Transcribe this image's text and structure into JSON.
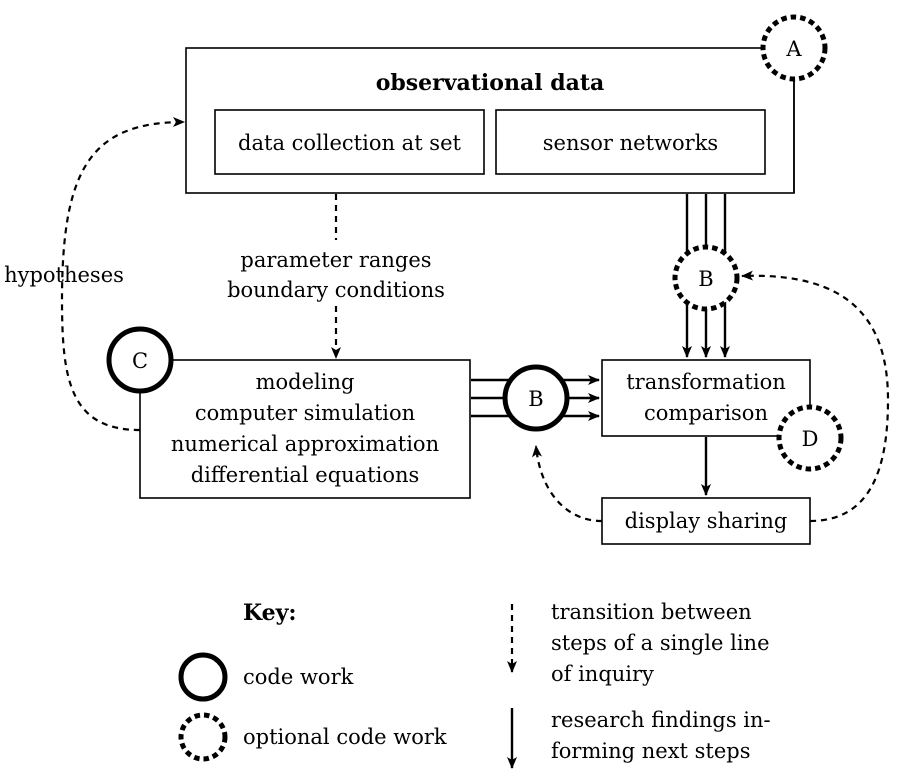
{
  "observational": {
    "title": "observational data",
    "sub_left": "data collection at set",
    "sub_right": "sensor networks"
  },
  "modeling": {
    "lines": [
      "modeling",
      "computer simulation",
      "numerical approximation",
      "differential equations"
    ]
  },
  "transformation": {
    "lines": [
      "transformation",
      "comparison"
    ]
  },
  "display": {
    "label": "display sharing"
  },
  "edge_labels": {
    "hypotheses": "hypotheses",
    "param_line1": "parameter ranges",
    "param_line2": "boundary conditions"
  },
  "markers": {
    "A": "A",
    "B_top": "B",
    "B_mid": "B",
    "C": "C",
    "D": "D"
  },
  "key": {
    "title": "Key:",
    "code_work": "code work",
    "optional_code_work": "optional code work",
    "dashed_desc": [
      "transition between",
      "steps of a single line",
      "of inquiry"
    ],
    "solid_desc": [
      "research findings in-",
      "forming next steps"
    ]
  }
}
